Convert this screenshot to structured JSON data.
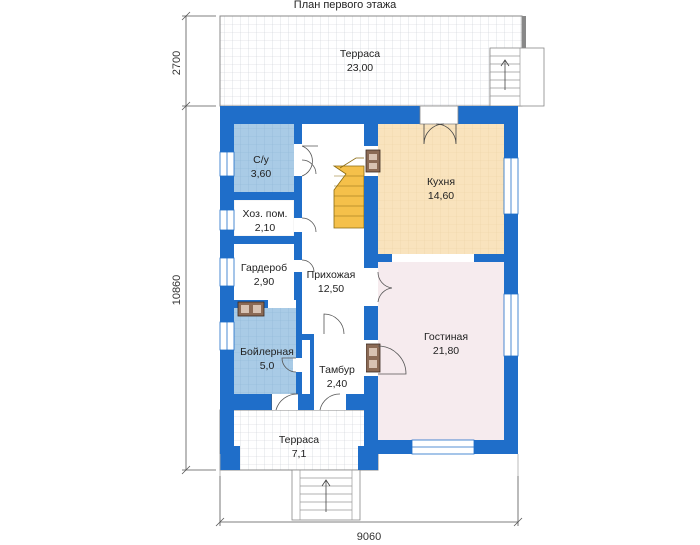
{
  "plan_title": "План первого этажа",
  "dimensions": {
    "terrace_depth": "2700",
    "house_length": "10860",
    "house_width": "9060"
  },
  "rooms": [
    {
      "id": "terrace-top",
      "name": "Терраса",
      "area": "23,00"
    },
    {
      "id": "bathroom",
      "name": "С/у",
      "area": "3,60"
    },
    {
      "id": "utility",
      "name": "Хоз. пом.",
      "area": "2,10"
    },
    {
      "id": "wardrobe",
      "name": "Гардероб",
      "area": "2,90"
    },
    {
      "id": "hallway",
      "name": "Прихожая",
      "area": "12,50"
    },
    {
      "id": "boiler",
      "name": "Бойлерная",
      "area": "5,0"
    },
    {
      "id": "vestibule",
      "name": "Тамбур",
      "area": "2,40"
    },
    {
      "id": "kitchen",
      "name": "Кухня",
      "area": "14,60"
    },
    {
      "id": "living",
      "name": "Гостиная",
      "area": "21,80"
    },
    {
      "id": "terrace-bottom",
      "name": "Терраса",
      "area": "7,1"
    }
  ],
  "colors": {
    "wall": "#1f6ec9",
    "tile": "#c9ced4",
    "bath": "#a9cbe6",
    "boiler": "#a9cbe6",
    "kitchen": "#f9e3bd",
    "living": "#f6ebee",
    "stairs": "#f5c04a"
  }
}
